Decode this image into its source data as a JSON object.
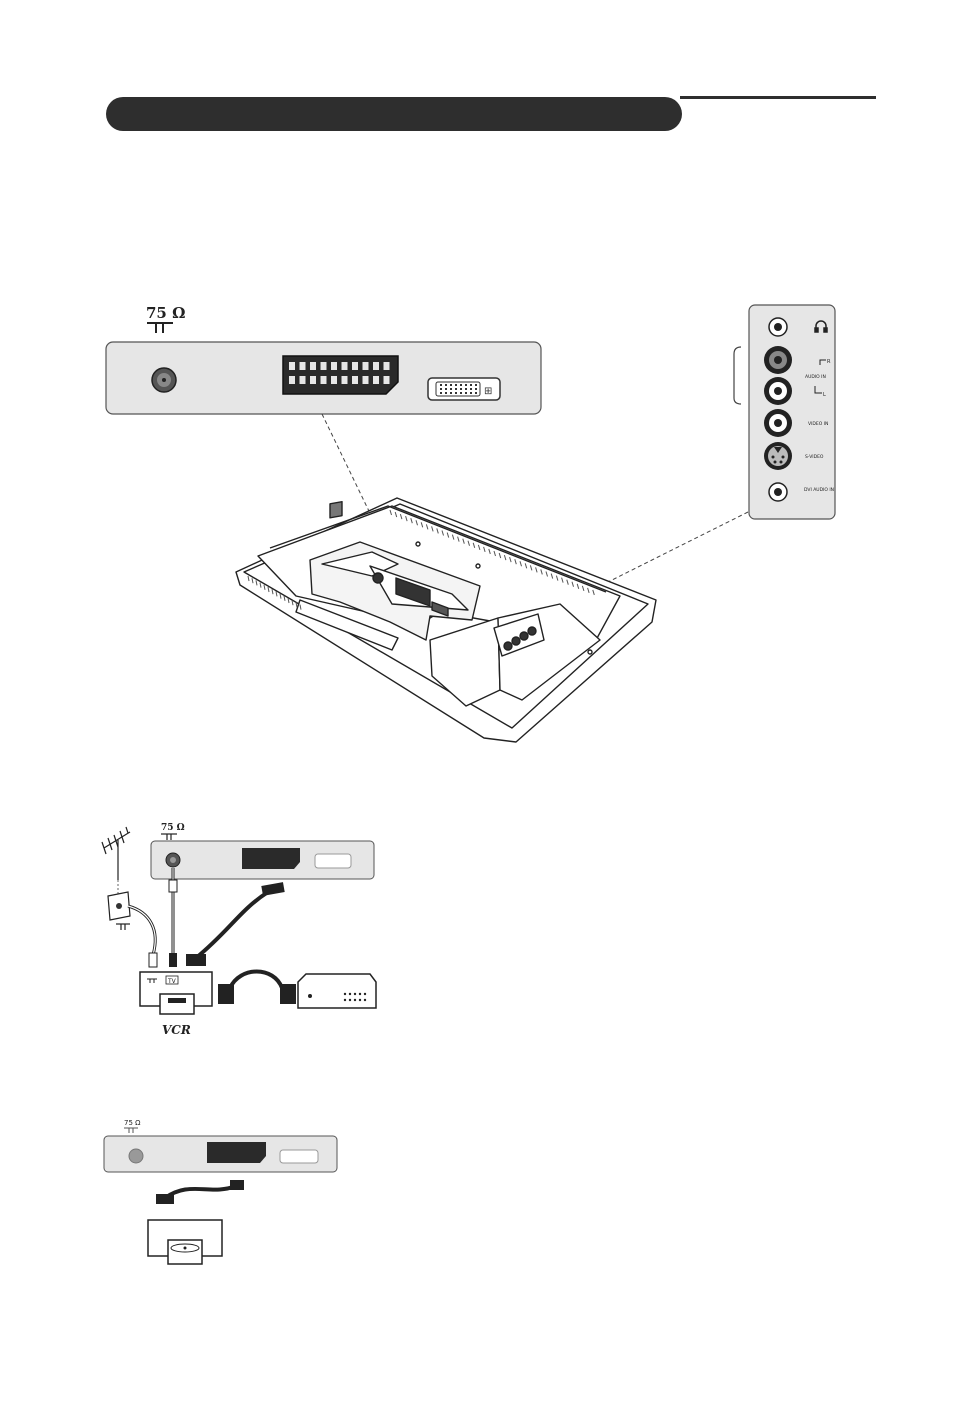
{
  "antenna_impedance": "75 Ω",
  "side_panel": {
    "audio_in": "AUDIO IN",
    "audio_right": "R",
    "audio_left": "L",
    "video_in": "VIDEO IN",
    "s_video": "S-VIDEO",
    "dvi_audio_in": "DVI AUDIO IN"
  },
  "vcr_diagram": {
    "impedance": "75 Ω",
    "vcr_label": "VCR",
    "tv_label": "TV"
  },
  "dvd_diagram": {
    "impedance": "75 Ω"
  }
}
